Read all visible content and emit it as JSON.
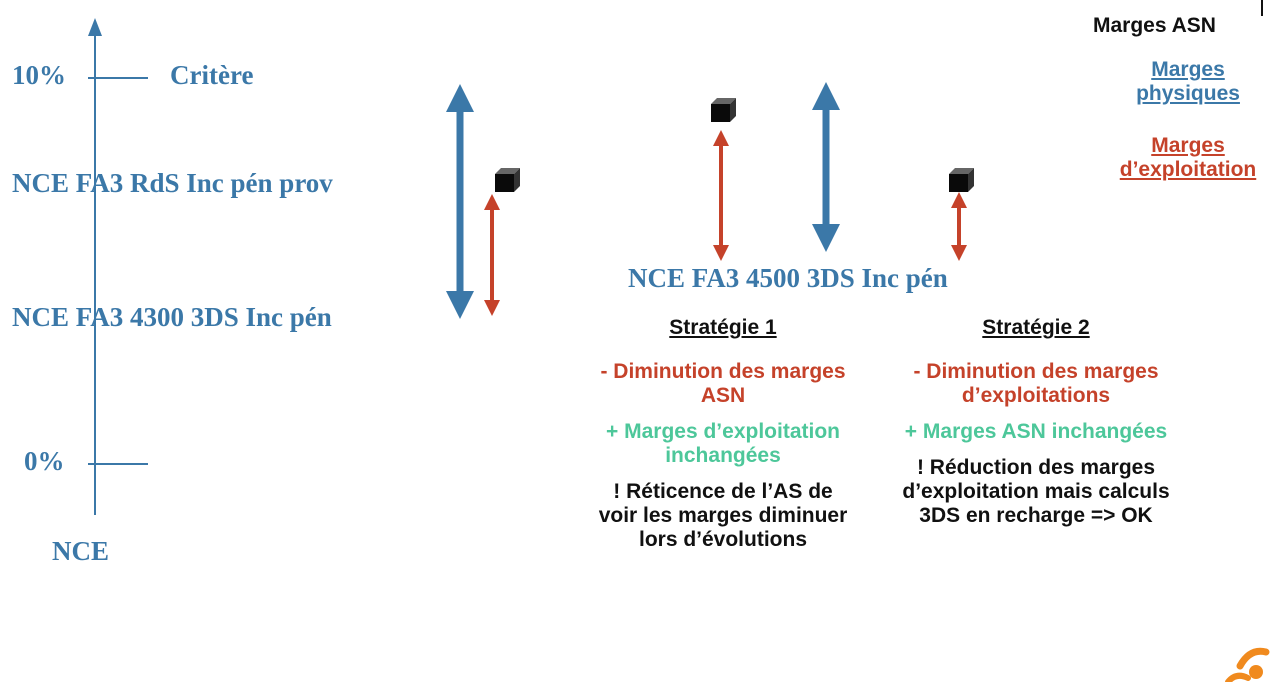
{
  "colors": {
    "physical": "#3b78a8",
    "exploitation": "#c5422a",
    "kept": "#4dc79a",
    "text": "#111111",
    "logo": "#f08a1e"
  },
  "axis": {
    "tick_top": "10%",
    "tick_bottom": "0%",
    "criterion": "Critère",
    "title": "NCE"
  },
  "levels": {
    "rds_prov": "NCE FA3 RdS Inc pén prov",
    "l4300": "NCE FA3 4300 3DS Inc pén",
    "l4500": "NCE FA3 4500 3DS Inc pén"
  },
  "legend": {
    "title": "Marges ASN",
    "physical": "Marges physiques",
    "exploitation": "Marges d’exploitation"
  },
  "strategy1": {
    "title": "Stratégie 1",
    "minus": "- Diminution des marges ASN",
    "plus": "+ Marges d’exploitation inchangées",
    "note": "! Réticence de l’AS de voir les marges diminuer lors d’évolutions"
  },
  "strategy2": {
    "title": "Stratégie 2",
    "minus": "- Diminution des marges d’exploitations",
    "plus": "+ Marges ASN inchangées",
    "note": "! Réduction des marges d’exploitation mais calculs 3DS en recharge => OK"
  },
  "icons": {
    "cube": "asn-margin-marker-icon",
    "logo": "company-logo-icon"
  }
}
